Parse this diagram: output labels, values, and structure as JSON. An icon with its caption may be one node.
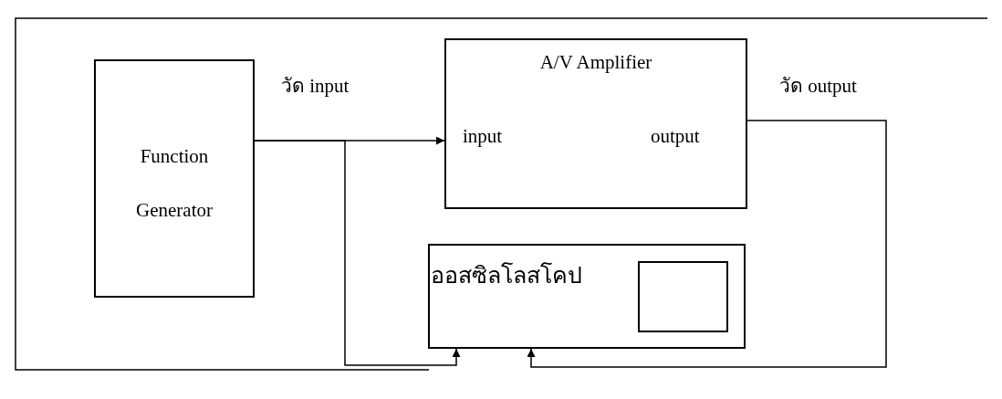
{
  "diagram": {
    "nodes": [
      {
        "text": [
          "Function Generator"
        ]
      },
      {
        "text": [
          "A/V Amplifier",
          "input",
          "output"
        ]
      },
      {
        "text": [
          "ออสซิลโลสโคป"
        ]
      },
      {
        "text": [],
        "shape": "box",
        "in": 2
      }
    ],
    "edges": [
      {
        "from": 0,
        "to": 1,
        "arrow": "to",
        "label": "วัด input"
      },
      {
        "from": 0,
        "to": 2,
        "arrow": "to"
      },
      {
        "from": 1,
        "to": 2,
        "arrow": "to",
        "label": "วัด output"
      }
    ]
  }
}
